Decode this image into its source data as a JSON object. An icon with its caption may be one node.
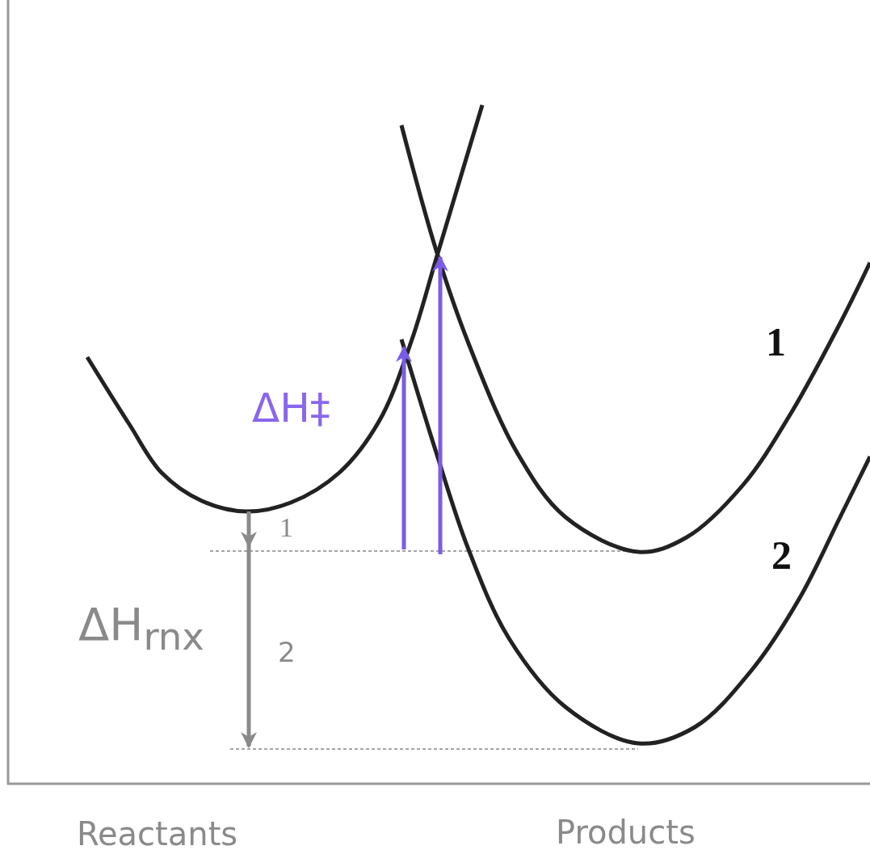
{
  "diagram": {
    "labels": [
      "1",
      "ΔH‡",
      "1",
      "2",
      "ΔH$_{rnx}$",
      "2",
      "Reactants",
      "Products"
    ]
  }
}
